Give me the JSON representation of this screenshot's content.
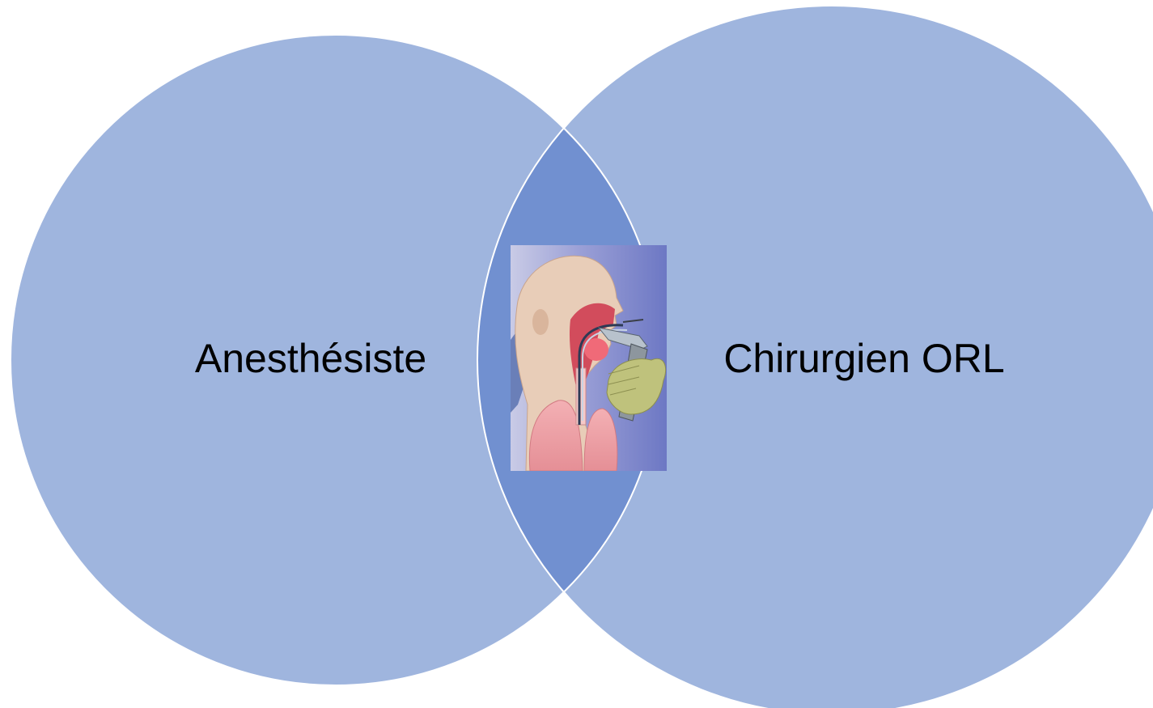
{
  "diagram": {
    "type": "venn",
    "sets": [
      {
        "id": "left",
        "label": "Anesthésiste"
      },
      {
        "id": "right",
        "label": "Chirurgien ORL"
      }
    ],
    "intersection": {
      "content": "illustration",
      "illustration_subject": "laryngoscope-intubation-illustration"
    },
    "colors": {
      "circle_fill": "#9fb5de",
      "overlap_fill": "#7190d0",
      "outline": "#ffffff"
    }
  }
}
